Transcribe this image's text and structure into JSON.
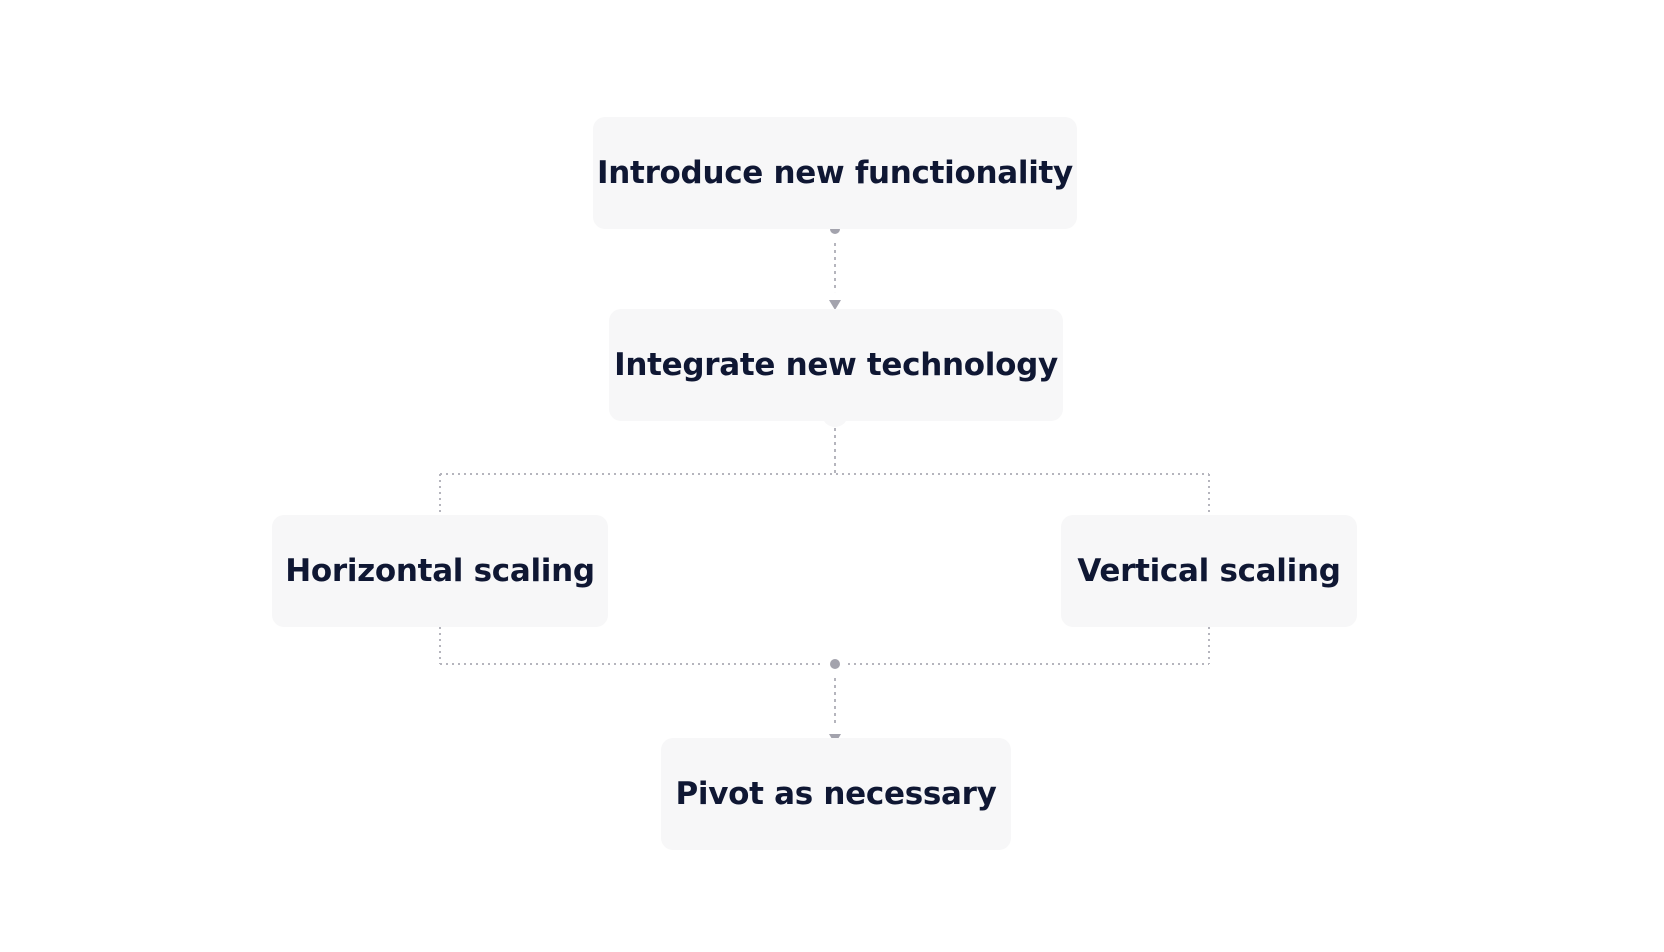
{
  "diagram": {
    "nodes": [
      {
        "id": "n1",
        "label": "Introduce new functionality"
      },
      {
        "id": "n2",
        "label": "Integrate new technology"
      },
      {
        "id": "n3",
        "label": "Horizontal scaling"
      },
      {
        "id": "n4",
        "label": "Vertical scaling"
      },
      {
        "id": "n5",
        "label": "Pivot as necessary"
      }
    ],
    "edges": [
      {
        "from": "n1",
        "to": "n2",
        "arrow": true
      },
      {
        "from": "n2",
        "to": "n3",
        "arrow": false
      },
      {
        "from": "n2",
        "to": "n4",
        "arrow": false
      },
      {
        "from": "n3",
        "to": "n5",
        "arrow": true
      },
      {
        "from": "n4",
        "to": "n5",
        "arrow": true
      }
    ],
    "colors": {
      "node_fill": "#f7f7f8",
      "node_text": "#0f1733",
      "connector": "#b5b5bd",
      "dot": "#a3a3ad",
      "background": "#ffffff"
    }
  }
}
